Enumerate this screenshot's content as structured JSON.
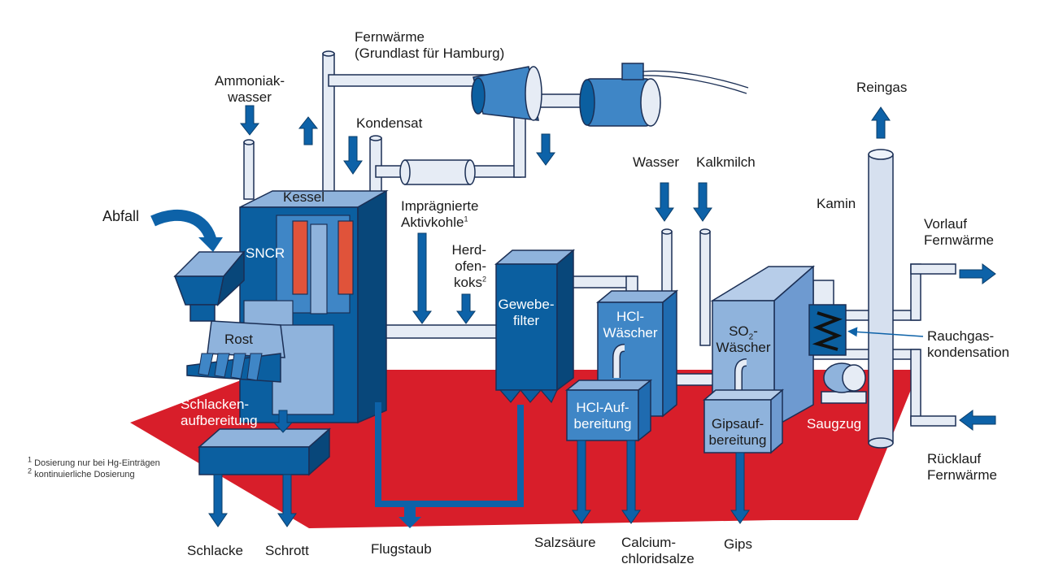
{
  "labels": {
    "fernwaerme_top_1": "Fernwärme",
    "fernwaerme_top_2": "(Grundlast für Hamburg)",
    "ammoniakwasser_1": "Ammoniak-",
    "ammoniakwasser_2": "wasser",
    "kondensat": "Kondensat",
    "kessel": "Kessel",
    "abfall": "Abfall",
    "sncr": "SNCR",
    "rost": "Rost",
    "impraegnierte_1": "Imprägnierte",
    "impraegnierte_2": "Aktivkohle",
    "impraegnierte_mark": "1",
    "herdofenkoks_1": "Herd-",
    "herdofenkoks_2": "ofen-",
    "herdofenkoks_3": "koks",
    "herdofenkoks_mark": "2",
    "gewebefilter_1": "Gewebe-",
    "gewebefilter_2": "filter",
    "hcl_waescher_1": "HCl-",
    "hcl_waescher_2": "Wäscher",
    "hcl_aufbereitung_1": "HCl-Auf-",
    "hcl_aufbereitung_2": "bereitung",
    "wasser": "Wasser",
    "kalkmilch": "Kalkmilch",
    "so2_waescher_1a": "SO",
    "so2_waescher_1b": "2",
    "so2_waescher_1c": "-",
    "so2_waescher_2": "Wäscher",
    "gipsaufbereitung_1": "Gipsauf-",
    "gipsaufbereitung_2": "bereitung",
    "kamin": "Kamin",
    "reingas": "Reingas",
    "vorlauf_1": "Vorlauf",
    "vorlauf_2": "Fernwärme",
    "rauchgas_1": "Rauchgas-",
    "rauchgas_2": "kondensation",
    "saugzug": "Saugzug",
    "ruecklauf_1": "Rücklauf",
    "ruecklauf_2": "Fernwärme",
    "schlacken_1": "Schlacken-",
    "schlacken_2": "aufbereitung",
    "schlacke": "Schlacke",
    "schrott": "Schrott",
    "flugstaub": "Flugstaub",
    "salzsaeure": "Salzsäure",
    "calcium_1": "Calcium-",
    "calcium_2": "chloridsalze",
    "gips": "Gips"
  },
  "footnotes": {
    "note1_mark": "1",
    "note1_text": "Dosierung nur bei Hg-Einträgen",
    "note2_mark": "2",
    "note2_text": "kontinuierliche Dosierung"
  },
  "colors": {
    "floor_red": "#d81e2a",
    "dark_blue": "#0b5fa0",
    "mid_blue": "#3f86c6",
    "light_blue": "#8fb3dc",
    "pipe": "#e6ecf5",
    "outline": "#1b2f55",
    "arrow_blue": "#0d62a8",
    "heater_red": "#e0533a"
  }
}
